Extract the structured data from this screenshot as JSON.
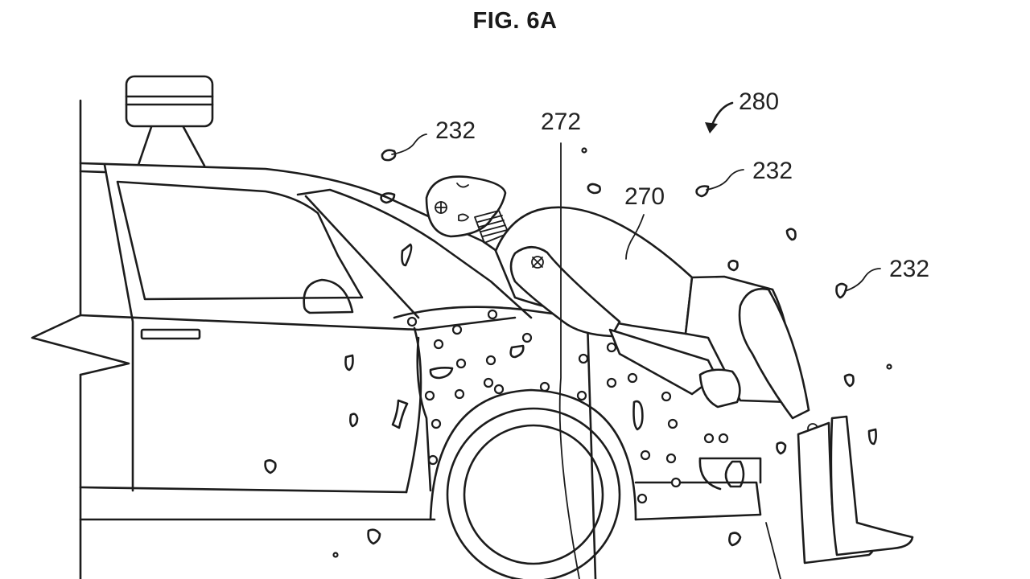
{
  "figure": {
    "title": "FIG. 6A",
    "stroke_color": "#1c1c1c",
    "background": "#ffffff"
  },
  "labels": {
    "vehicle_system": "280",
    "adhesive_a": "232",
    "adhesive_b": "232",
    "adhesive_c": "232",
    "pedestrian_contact": "272",
    "pedestrian": "270"
  }
}
